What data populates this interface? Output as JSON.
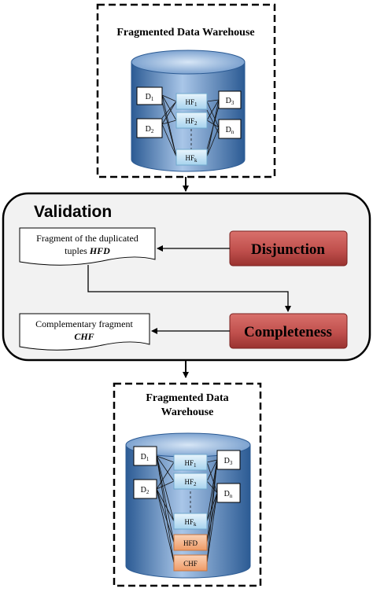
{
  "top": {
    "title": "Fragmented Data Warehouse",
    "dims": {
      "d1": "D",
      "d1_sub": "1",
      "d2": "D",
      "d2_sub": "2",
      "d3": "D",
      "d3_sub": "3",
      "dn": "D",
      "dn_sub": "n"
    },
    "fragments": {
      "hf1": "HF",
      "hf1_sub": "1",
      "hf2": "HF",
      "hf2_sub": "2",
      "hfk": "HF",
      "hfk_sub": "k"
    }
  },
  "validation": {
    "title": "Validation",
    "hfd_doc_line1": "Fragment of the duplicated",
    "hfd_doc_line2a": "tuples ",
    "hfd_doc_line2b": "HFD",
    "chf_doc_line1": "Complementary fragment",
    "chf_doc_line2": "CHF",
    "disjunction_label": "Disjunction",
    "completeness_label": "Completeness"
  },
  "bottom": {
    "title_line1": "Fragmented Data",
    "title_line2": "Warehouse",
    "dims": {
      "d1": "D",
      "d1_sub": "1",
      "d2": "D",
      "d2_sub": "2",
      "d3": "D",
      "d3_sub": "3",
      "dn": "D",
      "dn_sub": "n"
    },
    "fragments": {
      "hf1": "HF",
      "hf1_sub": "1",
      "hf2": "HF",
      "hf2_sub": "2",
      "hfk": "HF",
      "hfk_sub": "k",
      "hfd": "HFD",
      "chf": "CHF"
    }
  },
  "colors": {
    "cylinder_dark": "#2c5b94",
    "cylinder_light": "#a9c6e8",
    "fragment_fill": "#c9e4f5",
    "process_red": "#c0504d",
    "process_red_dark": "#8e2a27",
    "extra_fragment": "#f3a879",
    "panel_fill": "#f2f2f2"
  }
}
